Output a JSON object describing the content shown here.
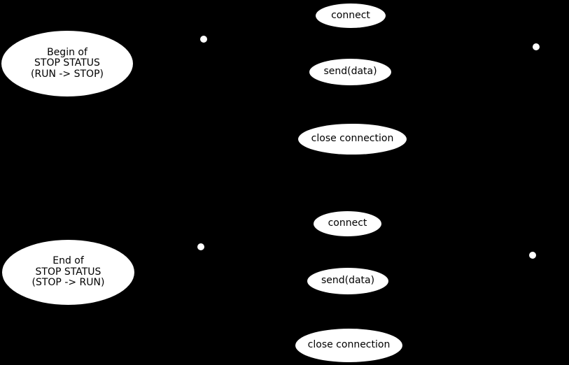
{
  "theme": {
    "background": "#000000",
    "node_fill": "#ffffff",
    "node_text_color": "#000000"
  },
  "diagram": {
    "type": "state-transition-diagram",
    "edges_visible": false,
    "sections": [
      {
        "name": "stop-status-begin",
        "state": {
          "lines": [
            "Begin of",
            "STOP STATUS",
            "(RUN -> STOP)"
          ]
        },
        "actions": [
          {
            "label": "connect"
          },
          {
            "label": "send(data)"
          },
          {
            "label": "close connection"
          }
        ],
        "point_count": 2
      },
      {
        "name": "stop-status-end",
        "state": {
          "lines": [
            "End of",
            "STOP STATUS",
            "(STOP -> RUN)"
          ]
        },
        "actions": [
          {
            "label": "connect"
          },
          {
            "label": "send(data)"
          },
          {
            "label": "close connection"
          }
        ],
        "point_count": 2
      }
    ]
  }
}
